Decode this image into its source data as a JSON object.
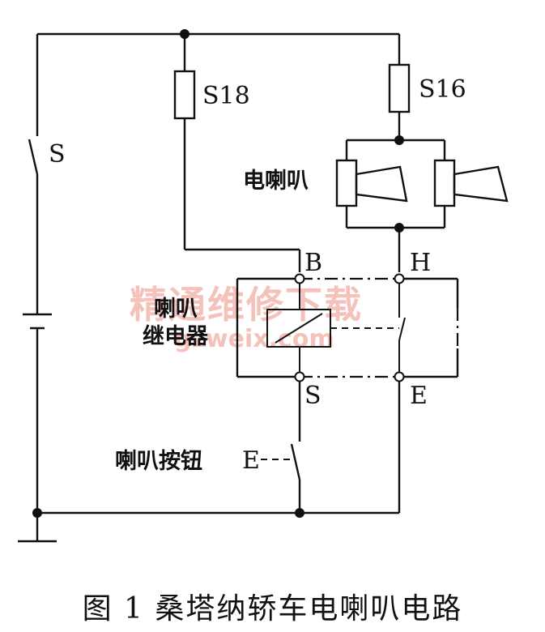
{
  "labels": {
    "s18": "S18",
    "s16": "S16",
    "switch_s": "S",
    "horn": "电喇叭",
    "b": "B",
    "h": "H",
    "relay_line1": "喇叭",
    "relay_line2": "继电器",
    "s_term": "S",
    "e_term": "E",
    "button": "喇叭按钮",
    "button_e": "E"
  },
  "watermark": {
    "cn": "精通维修下载",
    "url": "gzweix.com",
    "color": "#f3b8b0"
  },
  "caption": "图 1  桑塔纳轿车电喇叭电路"
}
